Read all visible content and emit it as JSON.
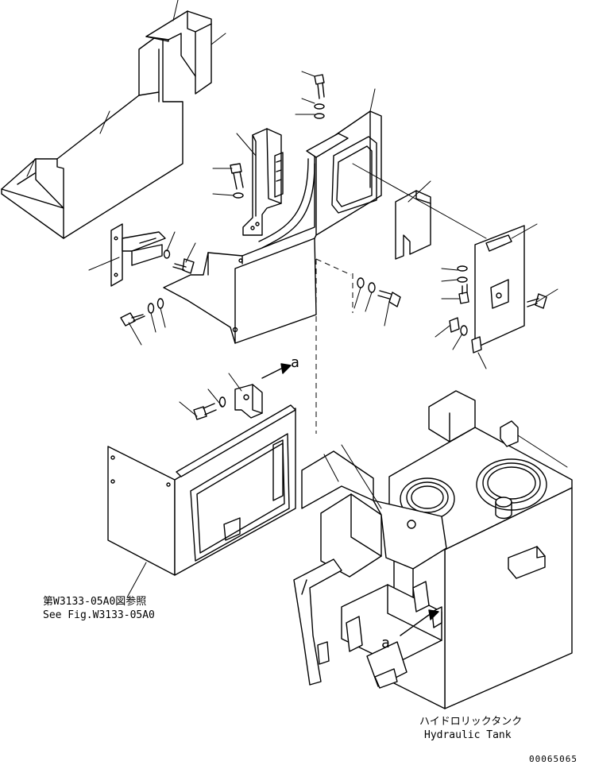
{
  "annotations": {
    "ref_jp": "第W3133-05A0図参照",
    "ref_en": "See Fig.W3133-05A0",
    "tank_jp": "ハイドロリックタンク",
    "tank_en": "Hydraulic Tank",
    "detail_mark_top": "a",
    "detail_mark_bottom": "a",
    "drawing_number": "00065065"
  }
}
